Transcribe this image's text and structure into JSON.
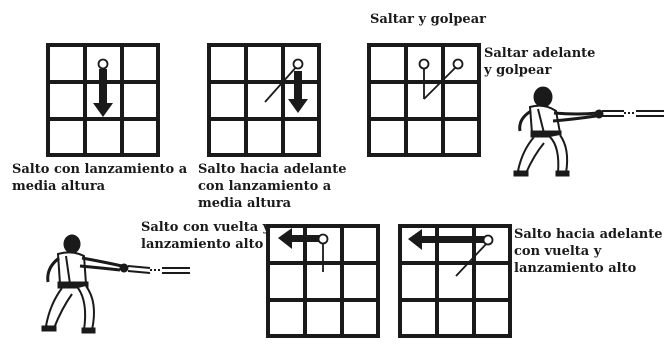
{
  "labels": {
    "mid_throw_jump": "Salto con lanzamiento a\nmedia altura",
    "forward_mid_throw_jump": "Salto hacia adelante\ncon lanzamiento a\nmedia altura",
    "jump_and_hit": "Saltar y golpear",
    "jump_forward_and_hit": "Saltar adelante\ny golpear",
    "spin_high_throw_jump": "Salto con vuelta y\nlanzamiento alto",
    "forward_spin_high_throw_jump": "Salto hacia adelante\ncon vuelta y\nlanzamiento alto"
  },
  "icons": {
    "joystick_grid": "joystick-grid-icon",
    "arrow_down": "arrow-down-icon",
    "arrow_left": "arrow-left-icon",
    "fighter": "karate-fighter-icon",
    "nunchaku": "nunchaku-icon"
  },
  "colors": {
    "ink": "#1a1a1a",
    "paper": "#ffffff"
  }
}
